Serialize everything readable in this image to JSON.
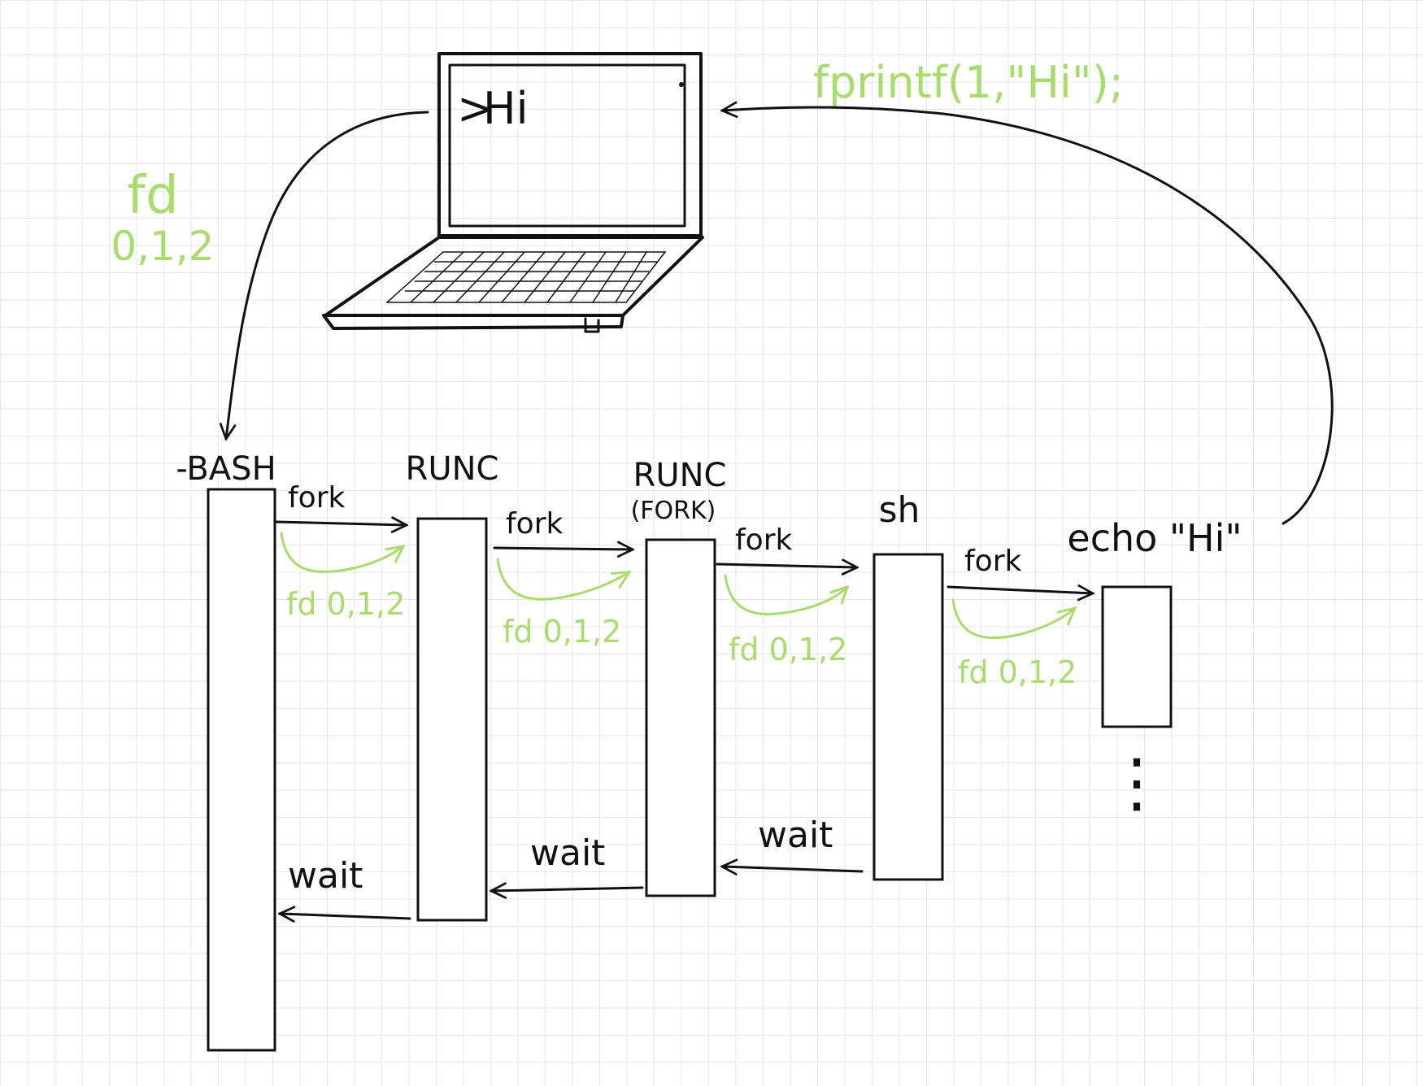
{
  "terminal": {
    "prompt": ">",
    "output": "Hi"
  },
  "fd_note": {
    "label": "fd",
    "values": "0,1,2"
  },
  "fprintf_note": "fprintf(1,\"Hi\");",
  "processes": [
    {
      "id": "bash",
      "label": "-BASH"
    },
    {
      "id": "runc",
      "label": "RUNC"
    },
    {
      "id": "runc-fork",
      "label": "RUNC",
      "sublabel": "(FORK)"
    },
    {
      "id": "sh",
      "label": "sh"
    },
    {
      "id": "echo",
      "label": "echo \"Hi\""
    }
  ],
  "edges": {
    "fork_label": "fork",
    "fd_label": "fd 0,1,2",
    "wait_label": "wait"
  },
  "continuation": "⋮",
  "colors": {
    "ink": "#111111",
    "green": "#a8dc6c",
    "grid": "#e6e6e6"
  }
}
